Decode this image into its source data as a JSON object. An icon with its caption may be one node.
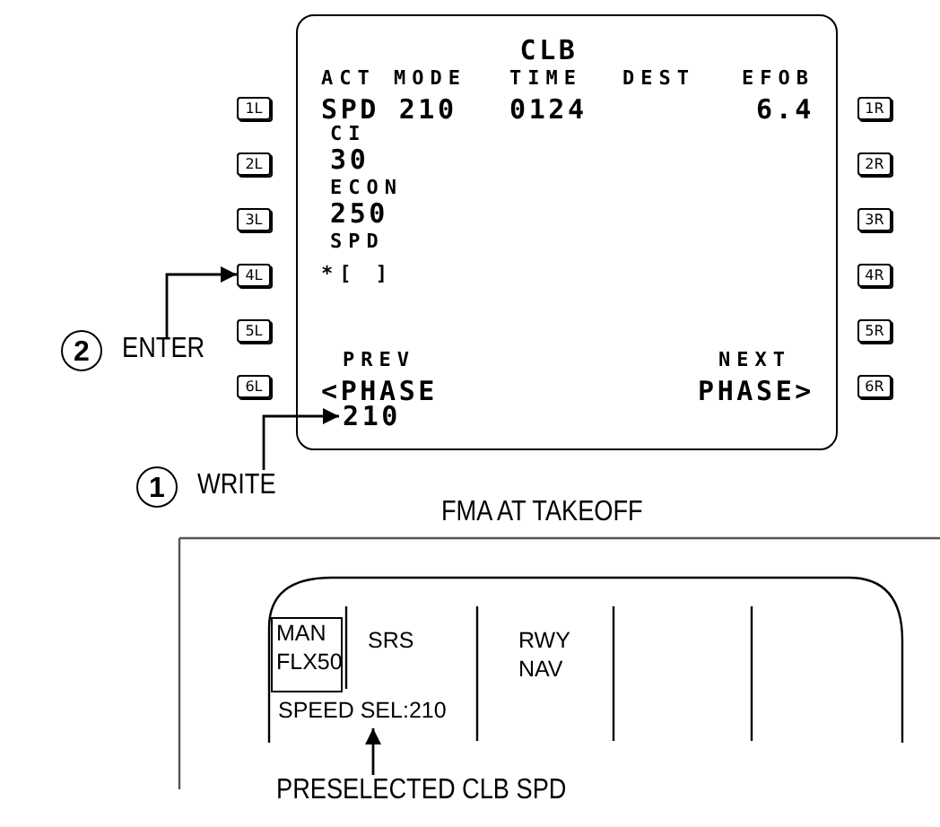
{
  "diagram": {
    "nodes": [
      {
        "text": [
          "CLB",
          "ACT MODE",
          "TIME",
          "DEST",
          "EFOB",
          "SPD 210",
          "0124",
          "6.4",
          "CI",
          "30",
          "ECON",
          "250",
          "SPD",
          "*[ ]",
          "PREV",
          "<PHASE",
          "NEXT",
          "PHASE>"
        ]
      },
      {
        "text": [
          "210"
        ],
        "in": 0
      },
      {
        "text": [
          "1L"
        ]
      },
      {
        "text": [
          "2L"
        ]
      },
      {
        "text": [
          "3L"
        ]
      },
      {
        "text": [
          "4L"
        ]
      },
      {
        "text": [
          "5L"
        ]
      },
      {
        "text": [
          "6L"
        ]
      },
      {
        "text": [
          "1R"
        ]
      },
      {
        "text": [
          "2R"
        ]
      },
      {
        "text": [
          "3R"
        ]
      },
      {
        "text": [
          "4R"
        ]
      },
      {
        "text": [
          "5R"
        ]
      },
      {
        "text": [
          "6R"
        ]
      },
      {
        "text": [
          "2"
        ],
        "beside": [
          "ENTER"
        ]
      },
      {
        "text": [
          "1"
        ],
        "beside": [
          "WRITE"
        ]
      },
      {
        "text": [],
        "shape": "box"
      },
      {
        "text": [
          "MAN FLX50"
        ],
        "in": 16
      },
      {
        "text": [
          "SPEED SEL:210"
        ],
        "in": 16
      },
      {
        "text": [
          "PRESELECTED CLB SPD"
        ]
      }
    ],
    "edges": [
      {
        "from": 14,
        "to": 5,
        "arrow": "to"
      },
      {
        "from": 15,
        "to": 1,
        "arrow": "to"
      },
      {
        "from": 19,
        "to": 18,
        "arrow": "to"
      }
    ],
    "labels": [
      "FMA AT TAKEOFF",
      "SRS",
      "RWY NAV"
    ]
  }
}
